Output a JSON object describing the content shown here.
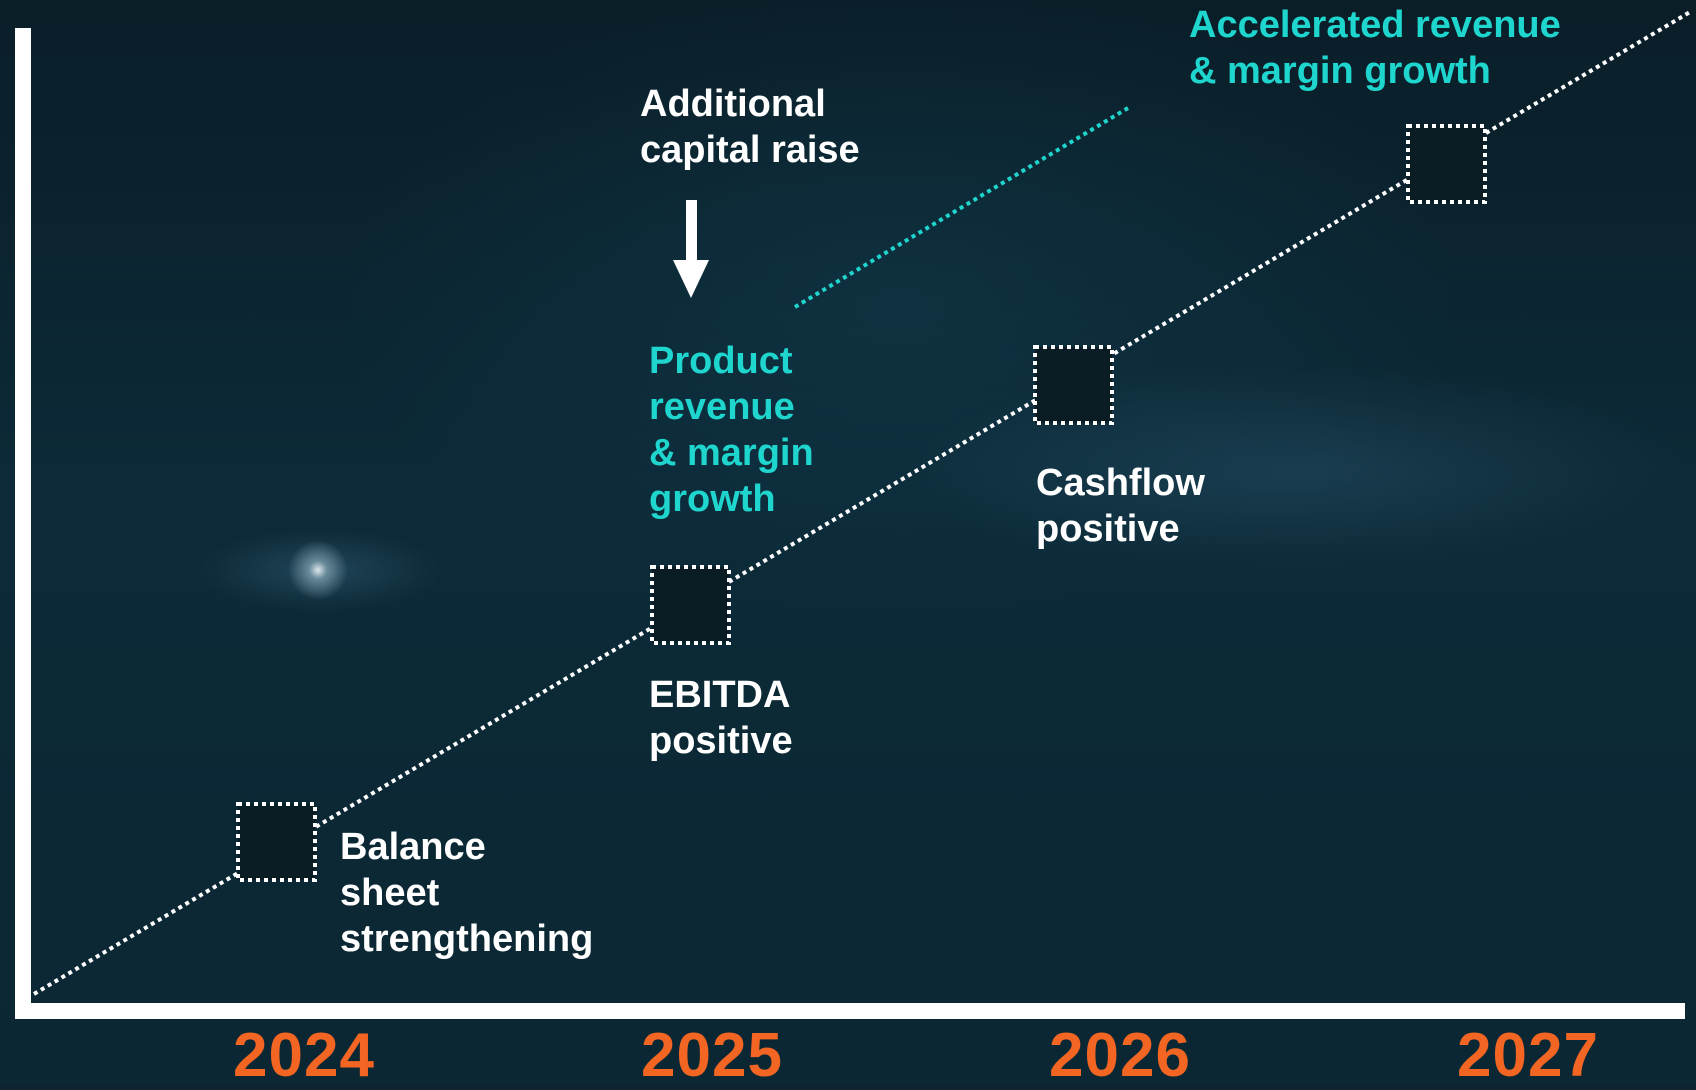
{
  "colors": {
    "background": "#0b2430",
    "axis": "#ffffff",
    "label_white": "#ffffff",
    "label_cyan": "#1fd6cf",
    "year": "#f26522",
    "milestone_box_fill": "#0a1c24"
  },
  "milestones": [
    {
      "id": "balance",
      "text": "Balance\nsheet\nstrengthening",
      "color": "white"
    },
    {
      "id": "ebitda",
      "text": "EBITDA\npositive",
      "color": "white"
    },
    {
      "id": "cashflow",
      "text": "Cashflow\npositive",
      "color": "white"
    }
  ],
  "annotations": {
    "capital_raise": "Additional\ncapital raise",
    "product_growth": "Product\nrevenue\n& margin\ngrowth",
    "accelerated_growth": "Accelerated revenue\n& margin growth"
  },
  "years": [
    "2024",
    "2025",
    "2026",
    "2027"
  ],
  "icons": {
    "capital_arrow": "arrow-down-icon",
    "milestone_marker": "dotted-square-icon"
  }
}
